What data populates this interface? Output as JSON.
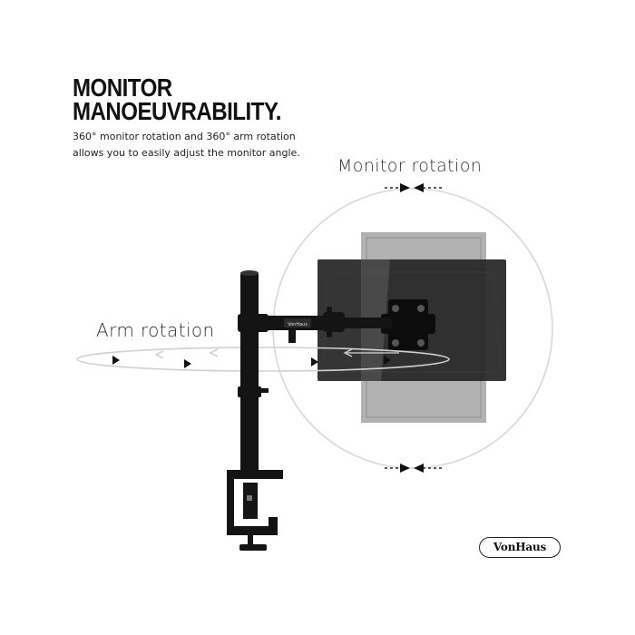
{
  "heading": {
    "line1": "MONITOR",
    "line2": "MANOEUVRABILITY."
  },
  "description": {
    "line1": "360° monitor rotation and 360° arm rotation",
    "line2": "allows you to easily adjust the monitor angle."
  },
  "labels": {
    "monitor_rotation": "Monitor rotation",
    "arm_rotation": "Arm rotation"
  },
  "brand": {
    "logo": "VonHaus",
    "arm_badge": "VonHaus"
  },
  "colors": {
    "ink": "#111111",
    "rotation_guide": "#d4d4d4",
    "screen_ghost": "#9a9a9a"
  },
  "icons": [
    "monitor-rotation-arrows",
    "arm-rotation-arrows",
    "monitor-mount-illustration"
  ]
}
